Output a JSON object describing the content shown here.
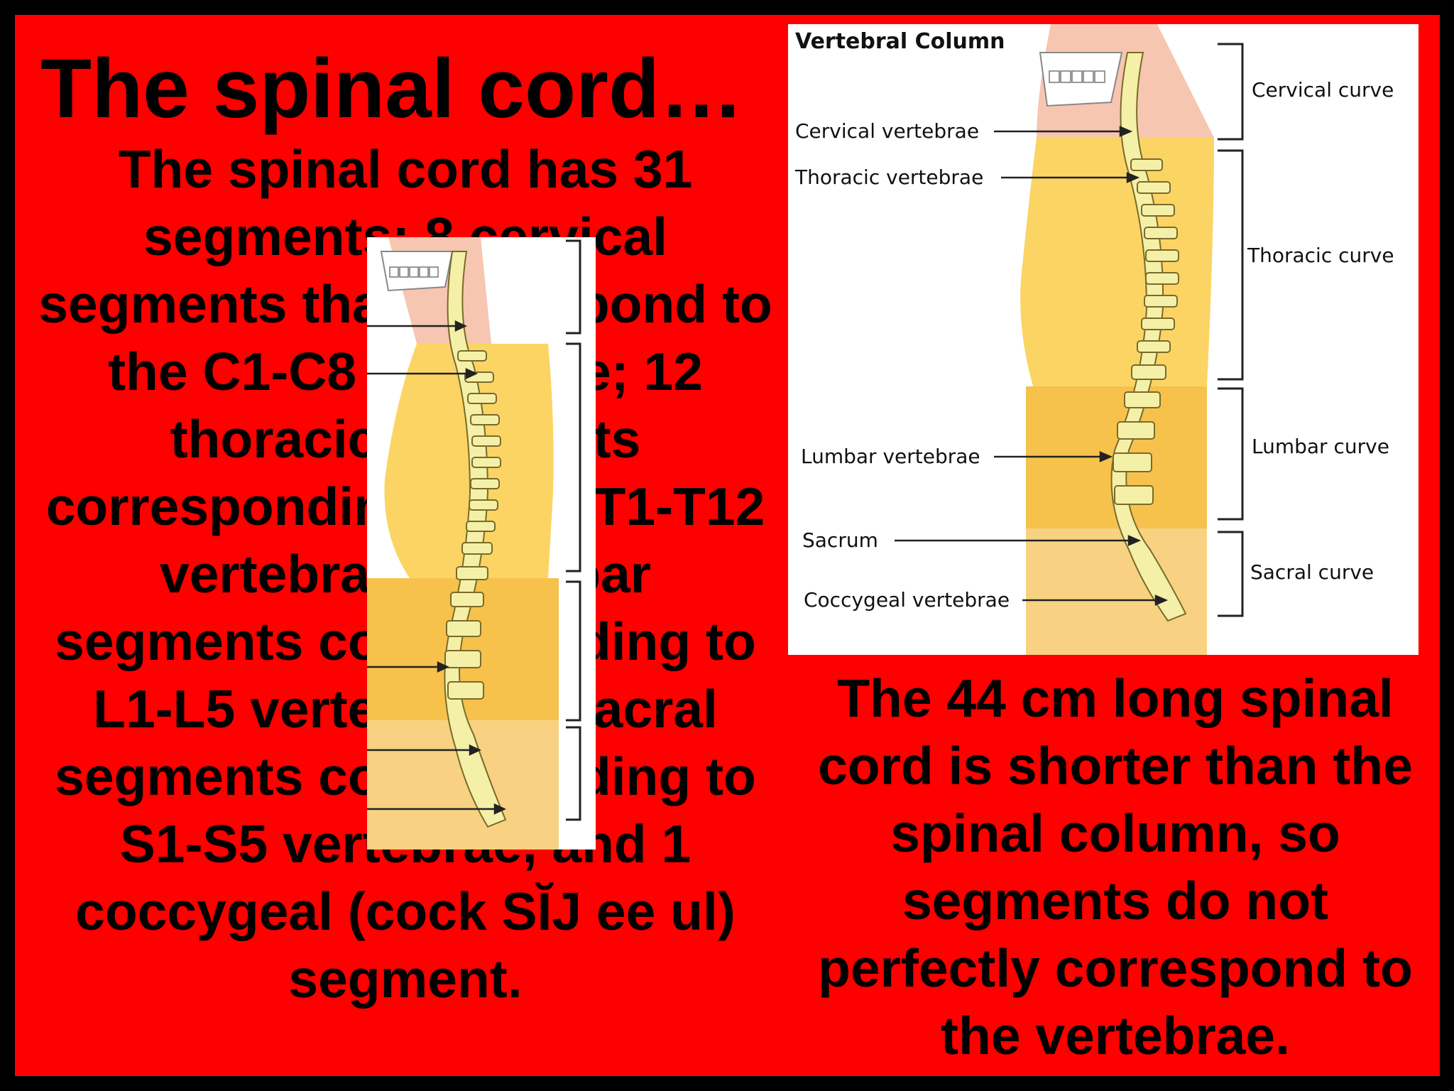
{
  "slide": {
    "title": "The spinal cord…",
    "left_paragraph": "The spinal cord has 31 segments: 8 cervical segments that correspond to the C1-C8 vertebrae; 12 thoracic segments corresponding to the T1-T12 vertebrae, 5 lumbar segments corresponding to L1-L5 vertebrae, 5 sacral segments corresponding to S1-S5 vertebrae, and 1 coccygeal (cock SĬJ ee ul) segment.",
    "right_paragraph": "The 44 cm long spinal cord is shorter than the spinal column, so segments do not perfectly correspond to the vertebrae."
  },
  "figure": {
    "title": "Vertebral Column",
    "vertebra_labels": [
      "Cervical vertebrae",
      "Thoracic vertebrae",
      "Lumbar vertebrae",
      "Sacrum",
      "Coccygeal vertebrae"
    ],
    "curve_labels": [
      "Cervical curve",
      "Thoracic curve",
      "Lumbar curve",
      "Sacral curve"
    ]
  },
  "colors": {
    "slide_background": "#ff0000",
    "frame": "#000000",
    "skin_neck": "#f6c6b0",
    "torso_upper": "#fbd464",
    "torso_lumbar": "#f6c24c",
    "torso_sacral": "#f8d282",
    "vertebra": "#f4f0a8"
  }
}
